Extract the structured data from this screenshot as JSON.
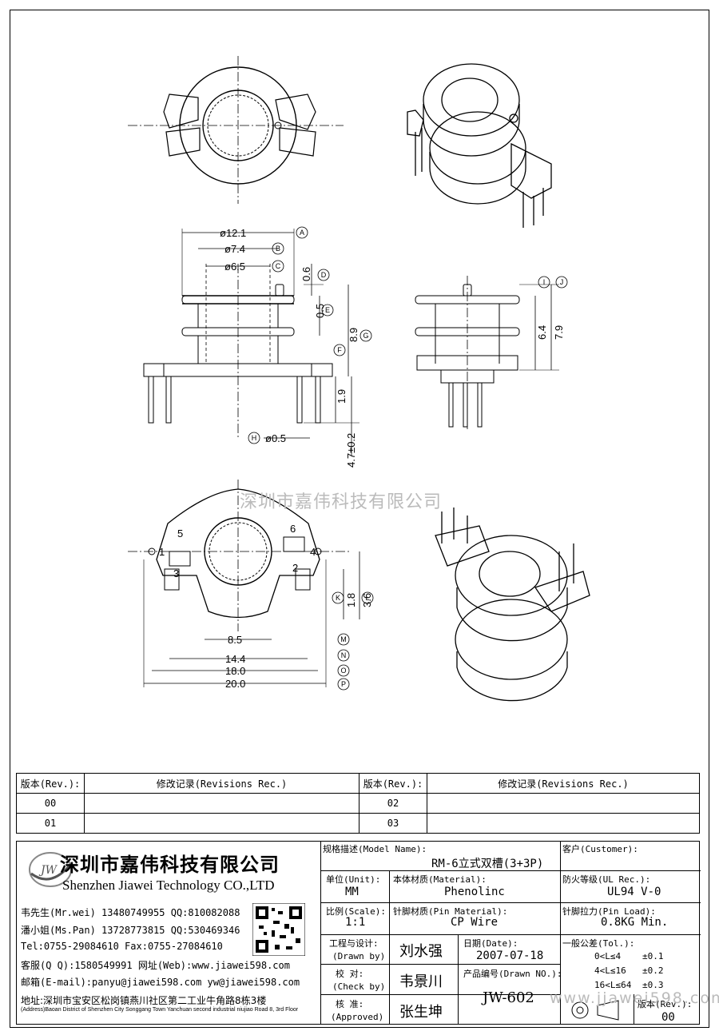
{
  "dims": {
    "d121": "ø12.1",
    "d74": "ø7.4",
    "d65": "ø6.5",
    "d06": "0.6",
    "d05": "0.5",
    "d89": "8.9",
    "d19": "1.9",
    "d47": "4.7±0.2",
    "pin": "ø0.5",
    "d64": "6.4",
    "d79": "7.9",
    "d18": "1.8",
    "d36": "3.6",
    "d85": "8.5",
    "d144": "14.4",
    "d180": "18.0",
    "d200": "20.0"
  },
  "markers": {
    "A": "A",
    "B": "B",
    "C": "C",
    "D": "D",
    "E": "E",
    "F": "F",
    "G": "G",
    "H": "H",
    "I": "I",
    "J": "J",
    "K": "K",
    "L": "L",
    "M": "M",
    "N": "N",
    "O": "O",
    "P": "P"
  },
  "pins": {
    "p1": "1",
    "p2": "2",
    "p3": "3",
    "p4": "4",
    "p5": "5",
    "p6": "6"
  },
  "watermark": "深圳市嘉伟科技有限公司",
  "watermark2": "www.jjawei598.com",
  "revisions": {
    "rev_header": "版本(Rev.):",
    "rec_header": "修改记录(Revisions Rec.)",
    "rows": [
      {
        "left": "00",
        "right": "02"
      },
      {
        "left": "01",
        "right": "03"
      }
    ]
  },
  "company": {
    "logo": "JW",
    "name_cn": "深圳市嘉伟科技有限公司",
    "name_en": "Shenzhen Jiawei Technology CO.,LTD",
    "contacts": [
      "韦先生(Mr.wei) 13480749955 QQ:810082088",
      "潘小姐(Ms.Pan) 13728773815 QQ:530469346",
      "Tel:0755-29084610      Fax:0755-27084610",
      "客服(Q Q):1580549991   网址(Web):www.jiawei598.com",
      "邮箱(E-mail):panyu@jiawei598.com   yw@jiawei598.com"
    ],
    "address_cn": "地址:深圳市宝安区松岗镇燕川社区第二工业牛角路8栋3楼",
    "address_en": "(Address)Baoan District of Shenzhen City Songgang Town Yanchuan  second industrial niujiao Road 8, 3rd Floor"
  },
  "title_block": {
    "model_label": "规格描述(Model Name):",
    "model_value": "RM-6立式双槽(3+3P)",
    "customer_label": "客户(Customer):",
    "unit_label": "单位(Unit):",
    "unit_value": "MM",
    "material_label": "本体材质(Material):",
    "material_value": "Phenolinc",
    "ul_label": "防火等级(UL Rec.):",
    "ul_value": "UL94 V-0",
    "scale_label": "比例(Scale):",
    "scale_value": "1:1",
    "pin_material_label": "针脚材质(Pin Material):",
    "pin_material_value": "CP Wire",
    "pin_load_label": "针脚拉力(Pin Load):",
    "pin_load_value": "0.8KG Min.",
    "drawn_label": "工程与设计:",
    "drawn_label_en": "(Drawn by)",
    "drawn_value": "刘水强",
    "date_label": "日期(Date):",
    "date_value": "2007-07-18",
    "tol_label": "一般公差(Tol.):",
    "tol_rows": [
      {
        "range": "0<L≤4",
        "tol": "±0.1"
      },
      {
        "range": "4<L≤16",
        "tol": "±0.2"
      },
      {
        "range": "16<L≤64",
        "tol": "±0.3"
      }
    ],
    "check_label": "校  对:",
    "check_label_en": "(Check by)",
    "check_value": "韦景川",
    "drawing_no_label": "产品编号(Drawn NO.):",
    "drawing_no_value": "JW-602",
    "approved_label": "核  准:",
    "approved_label_en": "(Approved)",
    "approved_value": "张生坤",
    "rev_label": "版本(Rev.):",
    "rev_value": "00"
  }
}
